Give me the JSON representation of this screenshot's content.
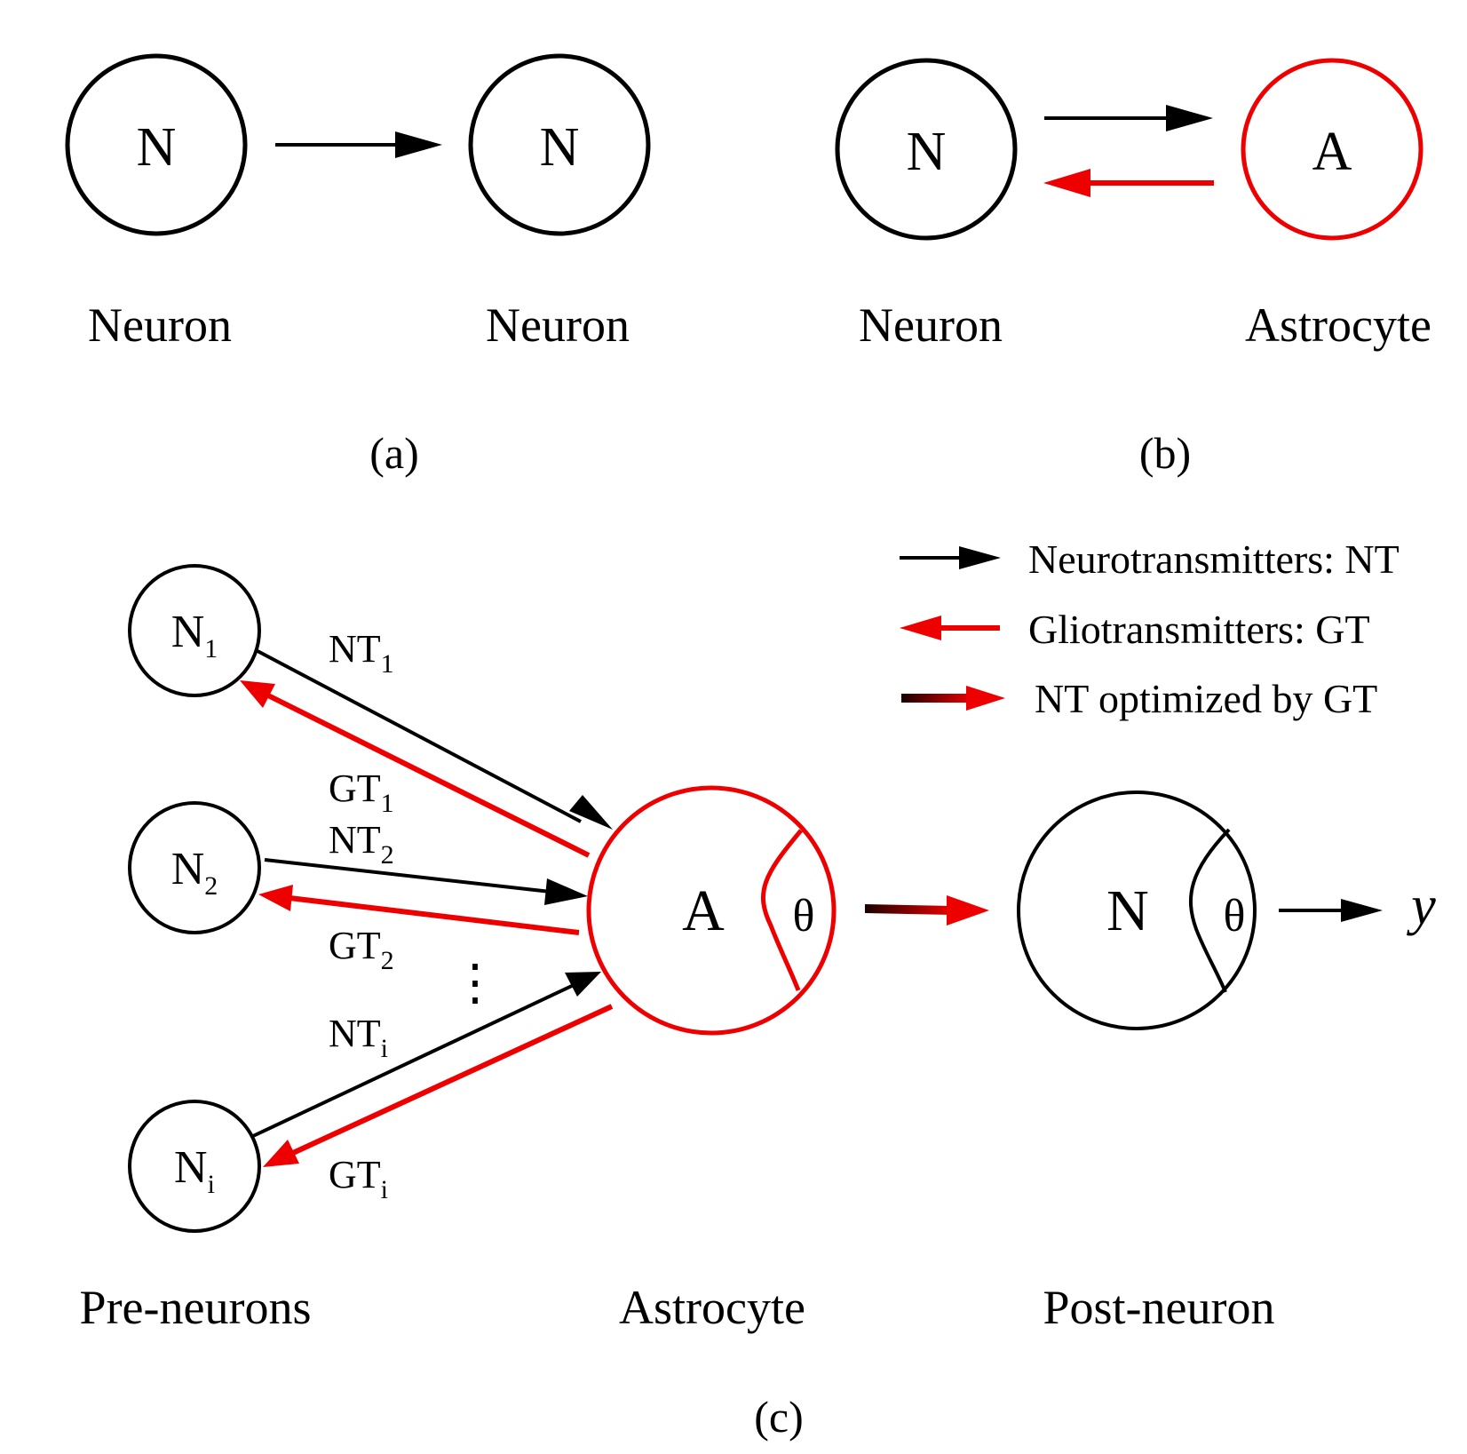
{
  "panel_a": {
    "node_left": "N",
    "node_right": "N",
    "caption_left": "Neuron",
    "caption_right": "Neuron",
    "label": "(a)"
  },
  "panel_b": {
    "node_left": "N",
    "node_right": "A",
    "caption_left": "Neuron",
    "caption_right": "Astrocyte",
    "label": "(b)"
  },
  "panel_c": {
    "pre_neurons": [
      {
        "base": "N",
        "sub": "1",
        "nt_base": "NT",
        "nt_sub": "1",
        "gt_base": "GT",
        "gt_sub": "1"
      },
      {
        "base": "N",
        "sub": "2",
        "nt_base": "NT",
        "nt_sub": "2",
        "gt_base": "GT",
        "gt_sub": "2"
      },
      {
        "base": "N",
        "sub": "i",
        "nt_base": "NT",
        "nt_sub": "i",
        "gt_base": "GT",
        "gt_sub": "i"
      }
    ],
    "ellipsis": "⋮",
    "astrocyte_letter": "A",
    "astrocyte_theta": "θ",
    "post_letter": "N",
    "post_theta": "θ",
    "output": "y",
    "caption_pre": "Pre-neurons",
    "caption_astro": "Astrocyte",
    "caption_post": "Post-neuron",
    "label": "(c)"
  },
  "legend": [
    {
      "text": "Neurotransmitters: NT",
      "style": "black"
    },
    {
      "text": "Gliotransmitters: GT",
      "style": "red"
    },
    {
      "text": "NT optimized by GT",
      "style": "gradient"
    }
  ],
  "colors": {
    "black": "#000000",
    "red": "#ee0000",
    "dark_red": "#2a0000"
  }
}
